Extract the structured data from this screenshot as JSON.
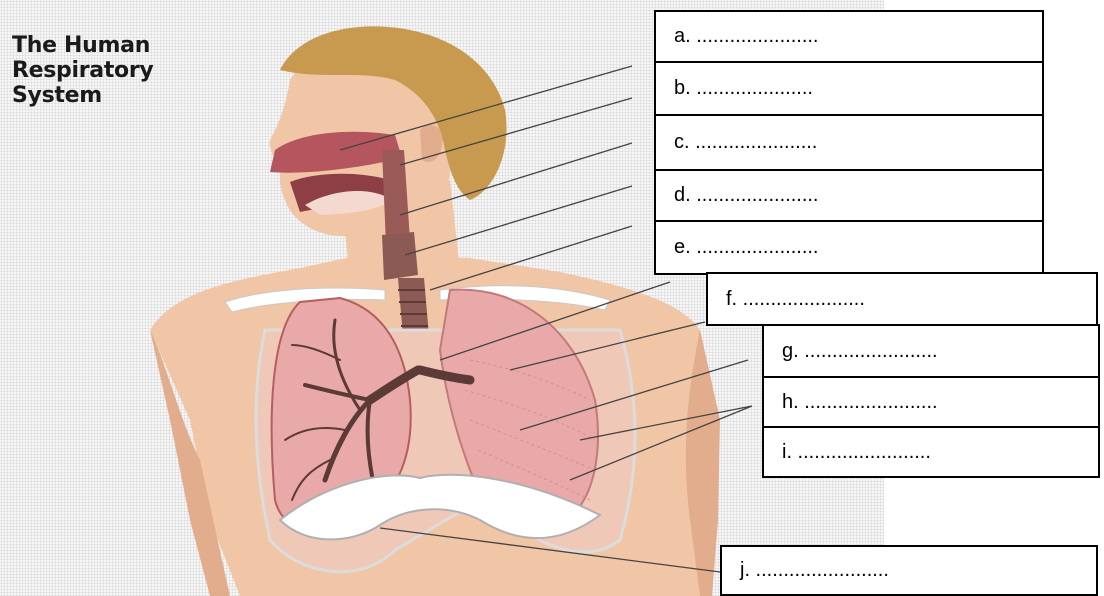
{
  "diagram": {
    "title_lines": [
      "The Human",
      "Respiratory",
      "System"
    ]
  },
  "labels": [
    {
      "id": "a",
      "text": "a.  ......................"
    },
    {
      "id": "b",
      "text": "b.  ....................."
    },
    {
      "id": "c",
      "text": "c.  ......................"
    },
    {
      "id": "d",
      "text": "d.  ......................"
    },
    {
      "id": "e",
      "text": "e. ......................"
    },
    {
      "id": "f",
      "text": "f. ......................"
    },
    {
      "id": "g",
      "text": "g. ........................"
    },
    {
      "id": "h",
      "text": "h. ........................"
    },
    {
      "id": "i",
      "text": "i. ........................"
    },
    {
      "id": "j",
      "text": "j. ........................"
    }
  ],
  "colors": {
    "skin": "#f1c6a6",
    "skin_shadow": "#d89a78",
    "hair": "#c79a4f",
    "lung": "#e9a9a8",
    "lung_dark": "#c9706f",
    "airway": "#8b5a55",
    "nasal": "#b5565f",
    "bone": "#ffffff"
  }
}
